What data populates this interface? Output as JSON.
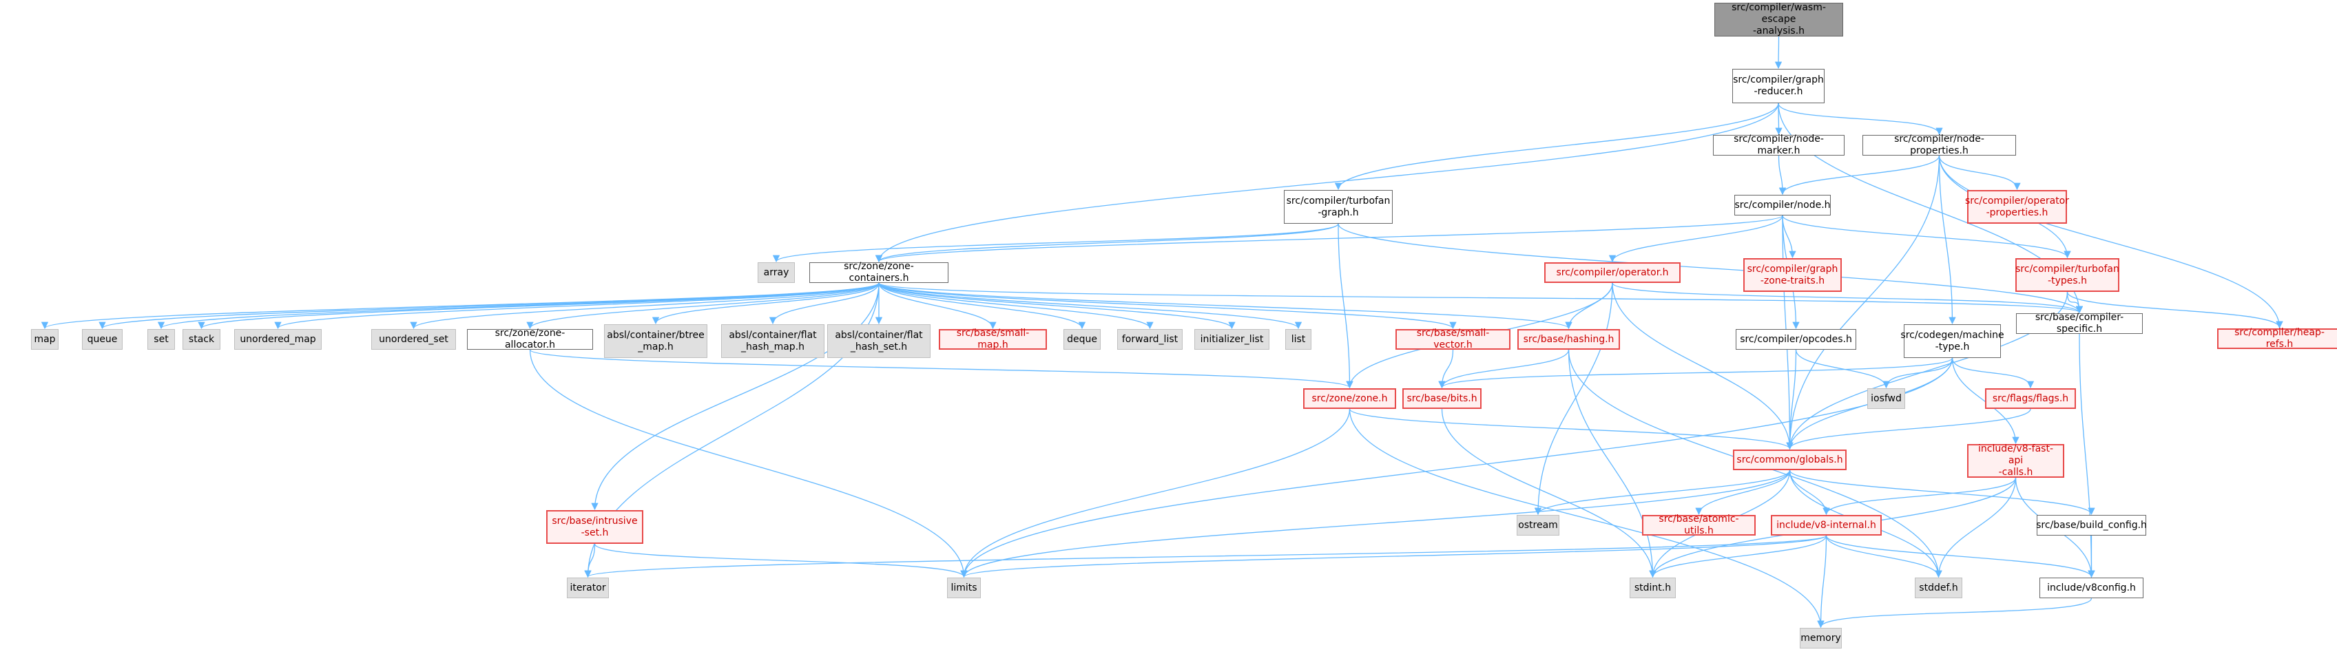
{
  "colors": {
    "edge": "#63b8ff",
    "root_fill": "#999999",
    "external_fill": "#e0e0e0",
    "truncated_border": "#e84a4a",
    "truncated_text": "#cc0000"
  },
  "nodes": [
    {
      "id": "n_root",
      "label": "src/compiler/wasm-escape\n-analysis.h",
      "kind": "root"
    },
    {
      "id": "n_graph_reducer",
      "label": "src/compiler/graph\n-reducer.h",
      "kind": "internal"
    },
    {
      "id": "n_node_marker",
      "label": "src/compiler/node-marker.h",
      "kind": "internal"
    },
    {
      "id": "n_node_properties",
      "label": "src/compiler/node-properties.h",
      "kind": "internal"
    },
    {
      "id": "n_turbofan_graph",
      "label": "src/compiler/turbofan\n-graph.h",
      "kind": "internal"
    },
    {
      "id": "n_node",
      "label": "src/compiler/node.h",
      "kind": "internal"
    },
    {
      "id": "n_operator_properties",
      "label": "src/compiler/operator\n-properties.h",
      "kind": "truncated"
    },
    {
      "id": "n_array",
      "label": "array",
      "kind": "external"
    },
    {
      "id": "n_zone_containers",
      "label": "src/zone/zone-containers.h",
      "kind": "internal"
    },
    {
      "id": "n_operator",
      "label": "src/compiler/operator.h",
      "kind": "truncated"
    },
    {
      "id": "n_graph_zone_traits",
      "label": "src/compiler/graph\n-zone-traits.h",
      "kind": "truncated"
    },
    {
      "id": "n_turbofan_types",
      "label": "src/compiler/turbofan\n-types.h",
      "kind": "truncated"
    },
    {
      "id": "n_compiler_specific",
      "label": "src/base/compiler-specific.h",
      "kind": "internal"
    },
    {
      "id": "n_heap_refs",
      "label": "src/compiler/heap-refs.h",
      "kind": "truncated"
    },
    {
      "id": "n_map",
      "label": "map",
      "kind": "external"
    },
    {
      "id": "n_queue",
      "label": "queue",
      "kind": "external"
    },
    {
      "id": "n_set",
      "label": "set",
      "kind": "external"
    },
    {
      "id": "n_stack",
      "label": "stack",
      "kind": "external"
    },
    {
      "id": "n_unordered_map",
      "label": "unordered_map",
      "kind": "external"
    },
    {
      "id": "n_unordered_set",
      "label": "unordered_set",
      "kind": "external"
    },
    {
      "id": "n_zone_allocator",
      "label": "src/zone/zone-allocator.h",
      "kind": "internal"
    },
    {
      "id": "n_btree_map",
      "label": "absl/container/btree\n_map.h",
      "kind": "external"
    },
    {
      "id": "n_flat_hash_map",
      "label": "absl/container/flat\n_hash_map.h",
      "kind": "external"
    },
    {
      "id": "n_flat_hash_set",
      "label": "absl/container/flat\n_hash_set.h",
      "kind": "external"
    },
    {
      "id": "n_small_map",
      "label": "src/base/small-map.h",
      "kind": "truncated"
    },
    {
      "id": "n_deque",
      "label": "deque",
      "kind": "external"
    },
    {
      "id": "n_forward_list",
      "label": "forward_list",
      "kind": "external"
    },
    {
      "id": "n_initializer_list",
      "label": "initializer_list",
      "kind": "external"
    },
    {
      "id": "n_list",
      "label": "list",
      "kind": "external"
    },
    {
      "id": "n_small_vector",
      "label": "src/base/small-vector.h",
      "kind": "truncated"
    },
    {
      "id": "n_hashing",
      "label": "src/base/hashing.h",
      "kind": "truncated"
    },
    {
      "id": "n_opcodes",
      "label": "src/compiler/opcodes.h",
      "kind": "internal"
    },
    {
      "id": "n_machine_type",
      "label": "src/codegen/machine\n-type.h",
      "kind": "internal"
    },
    {
      "id": "n_zone",
      "label": "src/zone/zone.h",
      "kind": "truncated"
    },
    {
      "id": "n_bits",
      "label": "src/base/bits.h",
      "kind": "truncated"
    },
    {
      "id": "n_iosfwd",
      "label": "iosfwd",
      "kind": "external"
    },
    {
      "id": "n_flags",
      "label": "src/flags/flags.h",
      "kind": "truncated"
    },
    {
      "id": "n_globals",
      "label": "src/common/globals.h",
      "kind": "truncated"
    },
    {
      "id": "n_fast_api",
      "label": "include/v8-fast-api\n-calls.h",
      "kind": "truncated"
    },
    {
      "id": "n_intrusive_set",
      "label": "src/base/intrusive\n-set.h",
      "kind": "truncated"
    },
    {
      "id": "n_ostream",
      "label": "ostream",
      "kind": "external"
    },
    {
      "id": "n_atomic_utils",
      "label": "src/base/atomic-utils.h",
      "kind": "truncated"
    },
    {
      "id": "n_v8_internal",
      "label": "include/v8-internal.h",
      "kind": "truncated"
    },
    {
      "id": "n_build_config",
      "label": "src/base/build_config.h",
      "kind": "internal"
    },
    {
      "id": "n_iterator",
      "label": "iterator",
      "kind": "external"
    },
    {
      "id": "n_limits",
      "label": "limits",
      "kind": "external"
    },
    {
      "id": "n_stdint",
      "label": "stdint.h",
      "kind": "external"
    },
    {
      "id": "n_stddef",
      "label": "stddef.h",
      "kind": "external"
    },
    {
      "id": "n_v8config",
      "label": "include/v8config.h",
      "kind": "internal"
    },
    {
      "id": "n_memory",
      "label": "memory",
      "kind": "external"
    }
  ],
  "edges": [
    [
      "n_root",
      "n_graph_reducer"
    ],
    [
      "n_graph_reducer",
      "n_node_marker"
    ],
    [
      "n_graph_reducer",
      "n_node_properties"
    ],
    [
      "n_graph_reducer",
      "n_turbofan_graph"
    ],
    [
      "n_graph_reducer",
      "n_zone_containers"
    ],
    [
      "n_graph_reducer",
      "n_compiler_specific"
    ],
    [
      "n_node_marker",
      "n_node"
    ],
    [
      "n_node_properties",
      "n_node"
    ],
    [
      "n_node_properties",
      "n_operator_properties"
    ],
    [
      "n_node_properties",
      "n_turbofan_types"
    ],
    [
      "n_node_properties",
      "n_heap_refs"
    ],
    [
      "n_node_properties",
      "n_machine_type"
    ],
    [
      "n_node_properties",
      "n_globals"
    ],
    [
      "n_turbofan_graph",
      "n_array"
    ],
    [
      "n_turbofan_graph",
      "n_zone_containers"
    ],
    [
      "n_turbofan_graph",
      "n_compiler_specific"
    ],
    [
      "n_turbofan_graph",
      "n_zone"
    ],
    [
      "n_node",
      "n_zone_containers"
    ],
    [
      "n_node",
      "n_operator"
    ],
    [
      "n_node",
      "n_graph_zone_traits"
    ],
    [
      "n_node",
      "n_turbofan_types"
    ],
    [
      "n_node",
      "n_opcodes"
    ],
    [
      "n_node",
      "n_globals"
    ],
    [
      "n_operator",
      "n_compiler_specific"
    ],
    [
      "n_operator",
      "n_hashing"
    ],
    [
      "n_operator",
      "n_zone"
    ],
    [
      "n_operator",
      "n_globals"
    ],
    [
      "n_operator",
      "n_ostream"
    ],
    [
      "n_turbofan_types",
      "n_compiler_specific"
    ],
    [
      "n_turbofan_types",
      "n_heap_refs"
    ],
    [
      "n_turbofan_types",
      "n_globals"
    ],
    [
      "n_zone_containers",
      "n_map"
    ],
    [
      "n_zone_containers",
      "n_queue"
    ],
    [
      "n_zone_containers",
      "n_set"
    ],
    [
      "n_zone_containers",
      "n_stack"
    ],
    [
      "n_zone_containers",
      "n_unordered_map"
    ],
    [
      "n_zone_containers",
      "n_unordered_set"
    ],
    [
      "n_zone_containers",
      "n_zone_allocator"
    ],
    [
      "n_zone_containers",
      "n_btree_map"
    ],
    [
      "n_zone_containers",
      "n_flat_hash_map"
    ],
    [
      "n_zone_containers",
      "n_flat_hash_set"
    ],
    [
      "n_zone_containers",
      "n_small_map"
    ],
    [
      "n_zone_containers",
      "n_deque"
    ],
    [
      "n_zone_containers",
      "n_forward_list"
    ],
    [
      "n_zone_containers",
      "n_initializer_list"
    ],
    [
      "n_zone_containers",
      "n_list"
    ],
    [
      "n_zone_containers",
      "n_small_vector"
    ],
    [
      "n_zone_containers",
      "n_hashing"
    ],
    [
      "n_zone_containers",
      "n_intrusive_set"
    ],
    [
      "n_zone_containers",
      "n_iterator"
    ],
    [
      "n_zone_containers",
      "n_compiler_specific"
    ],
    [
      "n_zone_allocator",
      "n_zone"
    ],
    [
      "n_zone_allocator",
      "n_limits"
    ],
    [
      "n_small_vector",
      "n_bits"
    ],
    [
      "n_hashing",
      "n_bits"
    ],
    [
      "n_hashing",
      "n_stdint"
    ],
    [
      "n_hashing",
      "n_stddef"
    ],
    [
      "n_opcodes",
      "n_iosfwd"
    ],
    [
      "n_opcodes",
      "n_globals"
    ],
    [
      "n_machine_type",
      "n_iosfwd"
    ],
    [
      "n_machine_type",
      "n_bits"
    ],
    [
      "n_machine_type",
      "n_flags"
    ],
    [
      "n_machine_type",
      "n_globals"
    ],
    [
      "n_machine_type",
      "n_fast_api"
    ],
    [
      "n_machine_type",
      "n_limits"
    ],
    [
      "n_zone",
      "n_globals"
    ],
    [
      "n_zone",
      "n_limits"
    ],
    [
      "n_zone",
      "n_memory"
    ],
    [
      "n_bits",
      "n_stdint"
    ],
    [
      "n_flags",
      "n_globals"
    ],
    [
      "n_compiler_specific",
      "n_v8config"
    ],
    [
      "n_globals",
      "n_ostream"
    ],
    [
      "n_globals",
      "n_atomic_utils"
    ],
    [
      "n_globals",
      "n_v8_internal"
    ],
    [
      "n_globals",
      "n_build_config"
    ],
    [
      "n_globals",
      "n_limits"
    ],
    [
      "n_globals",
      "n_stdint"
    ],
    [
      "n_globals",
      "n_stddef"
    ],
    [
      "n_fast_api",
      "n_v8_internal"
    ],
    [
      "n_fast_api",
      "n_stddef"
    ],
    [
      "n_fast_api",
      "n_v8config"
    ],
    [
      "n_fast_api",
      "n_stdint"
    ],
    [
      "n_intrusive_set",
      "n_iterator"
    ],
    [
      "n_intrusive_set",
      "n_limits"
    ],
    [
      "n_v8_internal",
      "n_iterator"
    ],
    [
      "n_v8_internal",
      "n_limits"
    ],
    [
      "n_v8_internal",
      "n_memory"
    ],
    [
      "n_v8_internal",
      "n_stddef"
    ],
    [
      "n_v8_internal",
      "n_stdint"
    ],
    [
      "n_v8_internal",
      "n_v8config"
    ],
    [
      "n_build_config",
      "n_v8config"
    ],
    [
      "n_v8config",
      "n_memory"
    ]
  ]
}
